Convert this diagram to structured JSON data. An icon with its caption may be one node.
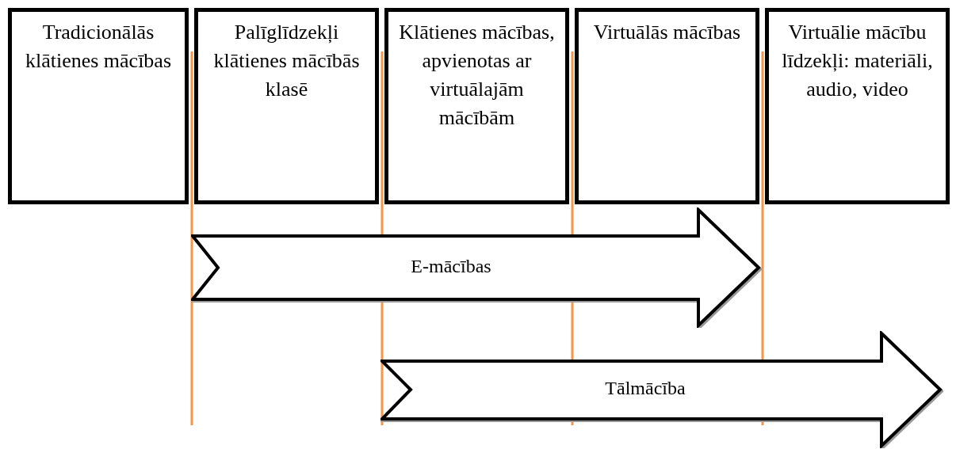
{
  "diagram": {
    "nodes": [
      {
        "text": [
          "Tradicionālās klātienes mācības"
        ]
      },
      {
        "text": [
          "Palīglīdzekļi klātienes mācībās klasē"
        ]
      },
      {
        "text": [
          "Klātienes mācības, apvienotas ar virtuālajām mācībām"
        ]
      },
      {
        "text": [
          "Virtuālās mācības"
        ]
      },
      {
        "text": [
          "Virtuālie mācību līdzekļi: materiāli, audio, video"
        ]
      },
      {
        "text": [
          "E-mācības"
        ]
      },
      {
        "text": [
          "Tālmācība"
        ]
      }
    ]
  }
}
